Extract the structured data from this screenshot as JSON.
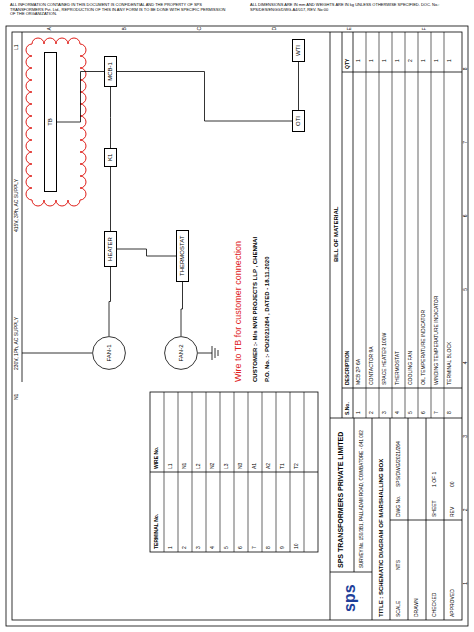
{
  "diagram": {
    "nodes": [
      {
        "text": [
          "TB"
        ]
      },
      {
        "text": [
          "MCB-1"
        ]
      },
      {
        "text": [
          "K1"
        ]
      },
      {
        "text": [
          "HEATER"
        ]
      },
      {
        "text": [
          "THERMOSTAT"
        ]
      },
      {
        "text": [
          "FAN-1"
        ]
      },
      {
        "text": [
          "FAN-2"
        ]
      },
      {
        "text": [
          "OTI"
        ]
      },
      {
        "text": [
          "WTI"
        ]
      }
    ],
    "edges": [
      {
        "from": 0,
        "to": 1,
        "arrow": "none"
      },
      {
        "from": 1,
        "to": 2,
        "arrow": "none"
      },
      {
        "from": 2,
        "to": 3,
        "arrow": "none"
      },
      {
        "from": 3,
        "to": 5,
        "arrow": "none"
      },
      {
        "from": 3,
        "to": 4,
        "arrow": "none"
      },
      {
        "from": 4,
        "to": 6,
        "arrow": "none"
      },
      {
        "from": 1,
        "to": 7,
        "arrow": "none"
      },
      {
        "from": 7,
        "to": 8,
        "arrow": "none"
      }
    ],
    "labels": [
      "ALL INFORMATION CONTAINED IN THIS DOCUMENT IS CONFIDENTIAL AND THE PROPERTY OF SPS TRANSFORMERS Pvt. Ltd., REPRODUCTION OF THIS IN ANY FORM IS TO BE DONE WITH SPECIFIC PERMISSION OF THE ORGANIZATION.",
      "ALL DIMENSIONS ARE IN mm AND WEIGHTS ARE IN kg UNLESS OTHERWISE SPECIFIED. DOC. No.: SPS/DES/ENGG/DWG-A4/017, REV. No:00",
      "A",
      "B",
      "C",
      "D",
      "E",
      "F",
      "1",
      "2",
      "3",
      "4",
      "5",
      "6",
      "7",
      "8",
      "Wire to TB for customer connection",
      "CUSTOMER :- M/s NVR PROJECTS LLP , CHENNAI",
      "P.O. No. :- PO/2021/264 , DATED - 18.11.2020",
      "230V, 1Ph, AC SUPPLY",
      "415V, 3Ph, AC SUPPLY",
      "N1",
      "L1",
      "TERMINAL No.",
      "WIRE No.",
      "1",
      "L1",
      "2",
      "N1",
      "3",
      "L2",
      "4",
      "N2",
      "5",
      "L3",
      "6",
      "N3",
      "7",
      "A1",
      "8",
      "A2",
      "9",
      "T1",
      "10",
      "T2",
      "BILL OF MATERIAL",
      "S.No.",
      "DESCRIPTION",
      "QTY",
      "1",
      "MCB 2P 6A",
      "1",
      "2",
      "CONTACTOR 9A",
      "1",
      "3",
      "SPACE HEATER 100W",
      "1",
      "4",
      "THERMOSTAT",
      "1",
      "5",
      "COOLING FAN",
      "2",
      "6",
      "OIL TEMPERATURE INDICATOR",
      "1",
      "7",
      "WINDING TEMPERATURE INDICATOR",
      "1",
      "8",
      "TERMINAL BLOCK",
      "1",
      "sps",
      "SPS TRANSFORMERS PRIVATE LIMITED",
      "SURVEY No. 150/3B1, PALLADAM ROAD, COIMBATORE - 641 062",
      "TITLE : SCHEMATIC DIAGRAM OF MARSHALLING BOX",
      "SCALE",
      "NTS",
      "DRAWN",
      "CHECKED",
      "APPROVED",
      "DWG No.",
      "SPS/DWG/2021/264",
      "SHEET",
      "1 OF 1",
      "REV",
      "00"
    ]
  }
}
